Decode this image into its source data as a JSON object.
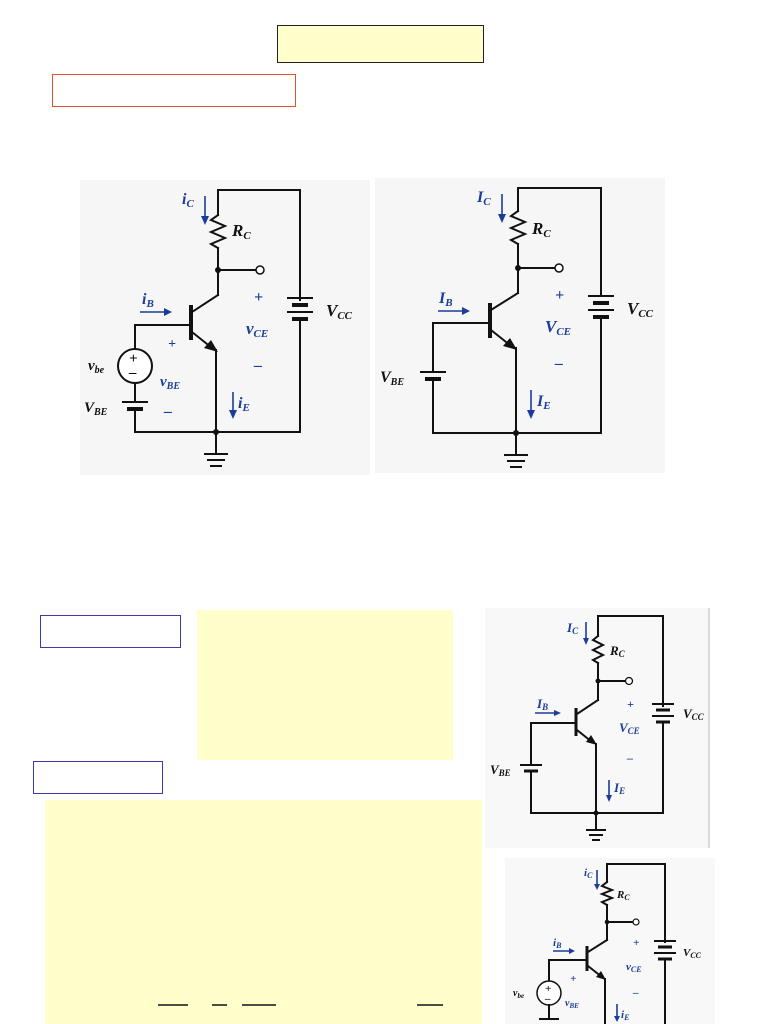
{
  "diagram1": {
    "ic": "i",
    "ic_sub": "C",
    "rc": "R",
    "rc_sub": "C",
    "ib": "i",
    "ib_sub": "B",
    "vce": "v",
    "vce_sub": "CE",
    "vcc": "V",
    "vcc_sub": "CC",
    "vbe_small": "v",
    "vbe_small_sub": "be",
    "vbe_total": "v",
    "vbe_total_sub": "BE",
    "vbe_dc": "V",
    "vbe_dc_sub": "BE",
    "ie": "i",
    "ie_sub": "E",
    "plus": "+",
    "minus": "–"
  },
  "diagram2": {
    "ic": "I",
    "ic_sub": "C",
    "rc": "R",
    "rc_sub": "C",
    "ib": "I",
    "ib_sub": "B",
    "vce": "V",
    "vce_sub": "CE",
    "vcc": "V",
    "vcc_sub": "CC",
    "vbe": "V",
    "vbe_sub": "BE",
    "ie": "I",
    "ie_sub": "E",
    "plus": "+",
    "minus": "–"
  },
  "diagram3": {
    "ic": "I",
    "ic_sub": "C",
    "rc": "R",
    "rc_sub": "C",
    "ib": "I",
    "ib_sub": "B",
    "vce": "V",
    "vce_sub": "CE",
    "vcc": "V",
    "vcc_sub": "CC",
    "vbe": "V",
    "vbe_sub": "BE",
    "ie": "I",
    "ie_sub": "E",
    "plus": "+",
    "minus": "–"
  },
  "diagram4": {
    "ic": "i",
    "ic_sub": "C",
    "rc": "R",
    "rc_sub": "C",
    "ib": "i",
    "ib_sub": "B",
    "vce": "v",
    "vce_sub": "CE",
    "vcc": "V",
    "vcc_sub": "CC",
    "vbe_small": "v",
    "vbe_small_sub": "be",
    "vbe_total": "v",
    "vbe_total_sub": "BE",
    "ie": "i",
    "ie_sub": "E",
    "plus": "+",
    "minus": "–"
  },
  "colors": {
    "label_blue": "#1a3d9c",
    "note_fill": "#ffffcc",
    "title_border": "#e0502a"
  }
}
